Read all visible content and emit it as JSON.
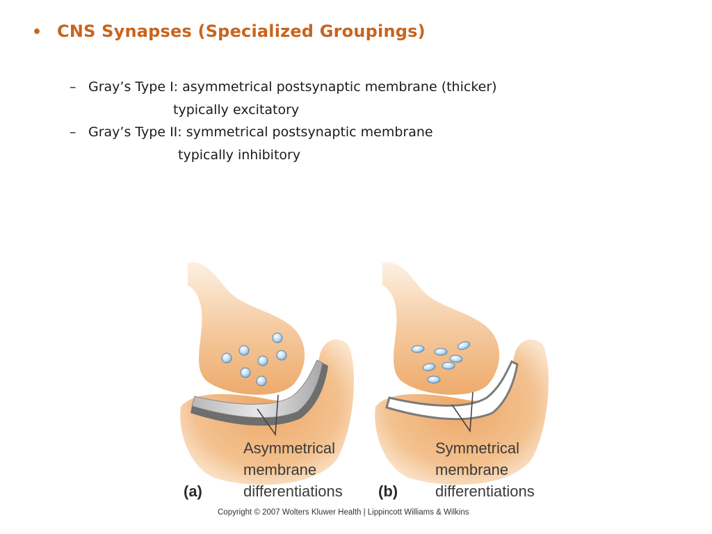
{
  "slide": {
    "bullet": "•",
    "title": "CNS Synapses (Specialized Groupings)",
    "items": [
      {
        "dash": "–",
        "text": "Gray’s Type I: asymmetrical postsynaptic membrane (thicker)",
        "note": "typically excitatory"
      },
      {
        "dash": "–",
        "text": "Gray’s Type II: symmetrical postsynaptic membrane",
        "note": "typically inhibitory"
      }
    ]
  },
  "figure": {
    "panel_a": {
      "label": "(a)",
      "caption": [
        "Asymmetrical",
        "membrane",
        "differentiations"
      ]
    },
    "panel_b": {
      "label": "(b)",
      "caption": [
        "Symmetrical",
        "membrane",
        "differentiations"
      ]
    },
    "copyright": "Copyright © 2007 Wolters Kluwer Health | Lippincott Williams & Wilkins"
  },
  "colors": {
    "title": "#c8641e",
    "tissue": "#f0b57c",
    "vesicle": "#a9cfee"
  }
}
